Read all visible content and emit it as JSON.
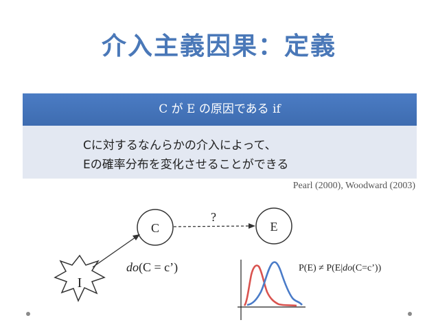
{
  "slide": {
    "title": "介入主義因果：定義",
    "table_header": "C が E の原因である if",
    "table_body_line1": "Cに対するなんらかの介入によって、",
    "table_body_line2": "Eの確率分布を変化させることができる",
    "citation": "Pearl (2000), Woodward (2003)"
  },
  "diagram": {
    "node_c": "C",
    "node_e": "E",
    "node_i": "I",
    "question": "?",
    "do_label_fn": "do",
    "do_label_args": "(C = c’)",
    "prob_lhs": "P(E) ≠ P(E|",
    "prob_do": "do",
    "prob_rhs": "(C=c’))"
  },
  "colors": {
    "title": "#4a78b8",
    "header_bg": "#4472c4",
    "body_bg": "#e3e8f2",
    "curve_red": "#d9534f",
    "curve_blue": "#4a7bc8"
  }
}
